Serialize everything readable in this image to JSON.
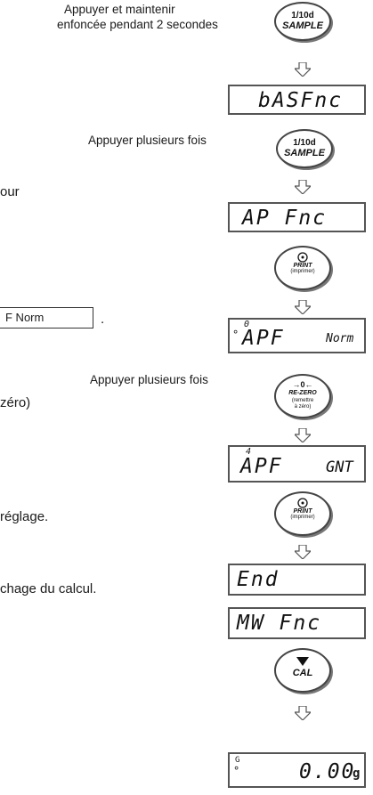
{
  "instructions": {
    "hold_line1": "Appuyer et maintenir",
    "hold_line2": "enfoncée pendant 2 secondes",
    "press_repeatedly_1": "Appuyer plusieurs fois",
    "press_repeatedly_2": "Appuyer plusieurs fois"
  },
  "left_fragments": {
    "f1": "our",
    "f2": "zéro)",
    "f3": "réglage.",
    "f4": "chage du calcul.",
    "boxed_display": "F  Norm",
    "period": "."
  },
  "buttons": {
    "sample_1": {
      "line1": "1/10d",
      "line2": "SAMPLE"
    },
    "sample_2": {
      "line1": "1/10d",
      "line2": "SAMPLE"
    },
    "print_1": {
      "line1": "PRINT",
      "line2": "(imprimer)"
    },
    "rezero": {
      "symbol": "→0←",
      "line1": "RE-ZERO",
      "line2": "(remettre",
      "line3": "à zéro)"
    },
    "print_2": {
      "line1": "PRINT",
      "line2": "(imprimer)"
    },
    "cal": {
      "line1": "CAL"
    }
  },
  "displays": {
    "d1": {
      "text": "bASFnc"
    },
    "d2": {
      "text": "AP Fnc"
    },
    "d3": {
      "superscript": "0",
      "main": "APF",
      "right": "Norm"
    },
    "d4": {
      "superscript": "4",
      "main": "APF",
      "right": "GNT"
    },
    "d5": {
      "text": "End"
    },
    "d6": {
      "text": "MW Fnc"
    },
    "d7": {
      "prefix": "G",
      "value": "0.00",
      "unit": "g"
    }
  }
}
